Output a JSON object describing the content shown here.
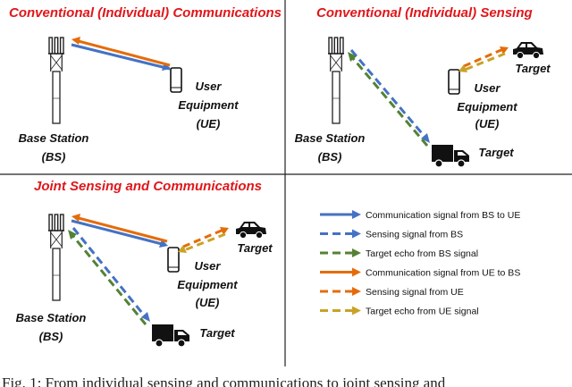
{
  "panels": {
    "comm": {
      "title": "Conventional (Individual) Communications"
    },
    "sensing": {
      "title": "Conventional (Individual) Sensing"
    },
    "joint": {
      "title": "Joint Sensing and Communications"
    }
  },
  "labels": {
    "bs_line1": "Base Station",
    "bs_line2": "(BS)",
    "ue_line1": "User",
    "ue_line2": "Equipment",
    "ue_line3": "(UE)",
    "target": "Target"
  },
  "legend": [
    {
      "label": "Communication signal from BS to UE",
      "color": "#4472c4",
      "style": "solid"
    },
    {
      "label": "Sensing signal from BS",
      "color": "#4472c4",
      "style": "dashed"
    },
    {
      "label": "Target echo from BS signal",
      "color": "#548235",
      "style": "dashed"
    },
    {
      "label": "Communication signal from UE to BS",
      "color": "#e46c0a",
      "style": "solid"
    },
    {
      "label": "Sensing signal from UE",
      "color": "#e46c0a",
      "style": "dashed"
    },
    {
      "label": "Target echo from UE signal",
      "color": "#c9a227",
      "style": "dashed"
    }
  ],
  "caption": "Fig. 1: From individual sensing and communications to joint sensing and"
}
